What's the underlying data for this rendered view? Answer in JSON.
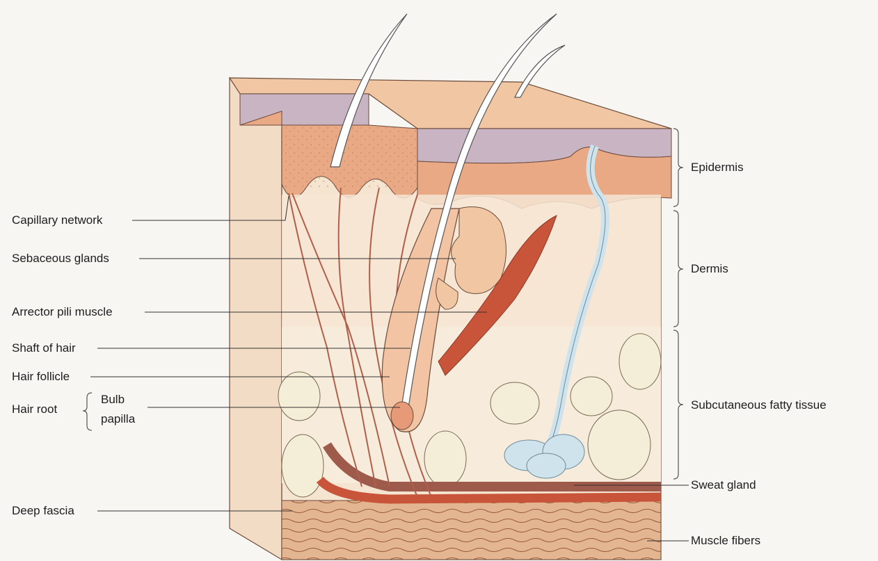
{
  "labels": {
    "capillary_network": "Capillary network",
    "sebaceous_glands": "Sebaceous glands",
    "arrector_pili_muscle": "Arrector pili muscle",
    "shaft_of_hair": "Shaft of hair",
    "hair_follicle": "Hair follicle",
    "hair_root": "Hair root",
    "bulb": "Bulb",
    "papilla": "papilla",
    "deep_fascia": "Deep fascia",
    "epidermis": "Epidermis",
    "dermis": "Dermis",
    "subcutaneous_fatty_tissue": "Subcutaneous fatty tissue",
    "sweat_gland": "Sweat gland",
    "muscle_fibers": "Muscle fibers"
  },
  "colors": {
    "skin": "#f1c6a2",
    "skin_dark": "#e9a47e",
    "epidermis_band": "#c9b4c4",
    "fat": "#f4eed8",
    "vessel": "#c8553a",
    "muscle": "#c8553a",
    "sweat": "#cfe3ec"
  }
}
